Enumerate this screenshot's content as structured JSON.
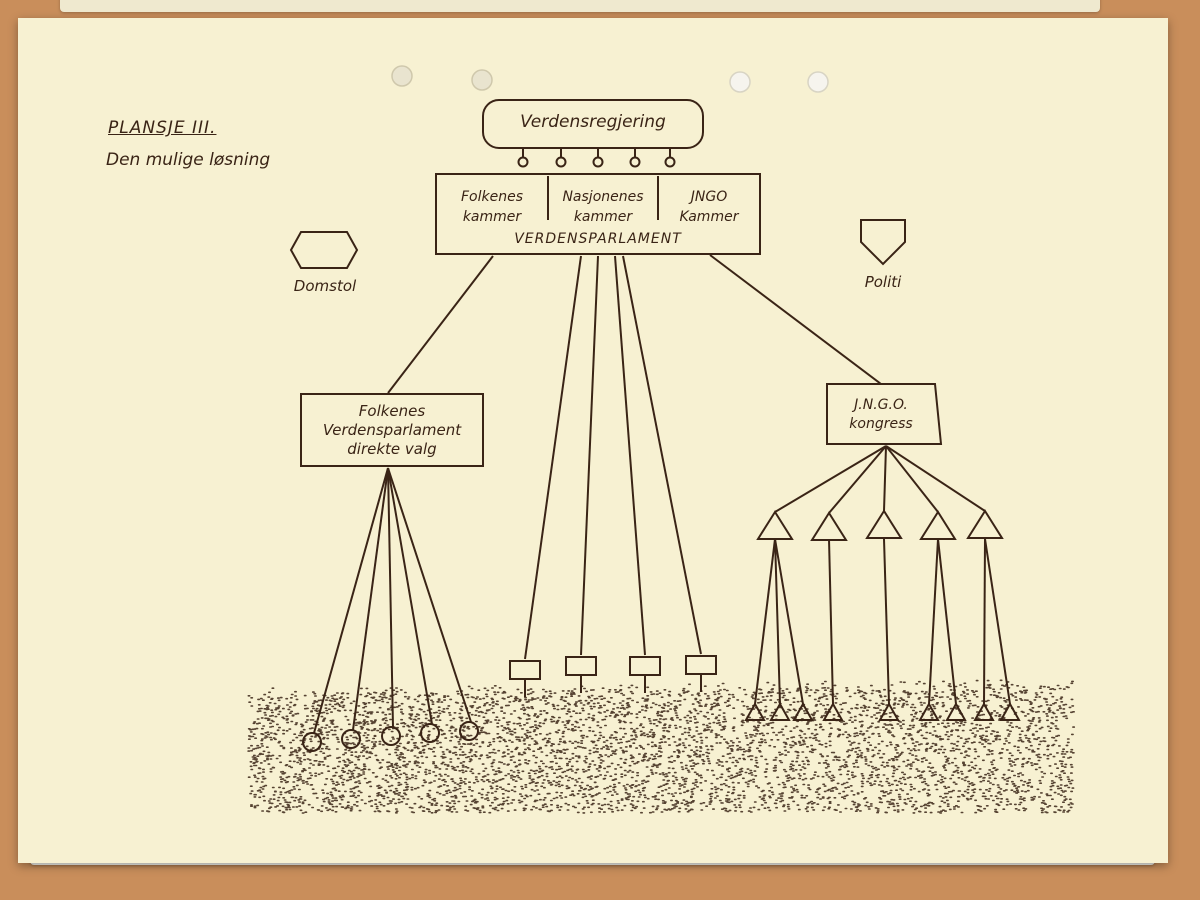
{
  "plate": {
    "title": "PLANSJE III.",
    "subtitle": "Den mulige løsning"
  },
  "diagram": {
    "world_government": "Verdensregjering",
    "parliament": {
      "chambers": [
        {
          "line1": "Folkenes",
          "line2": "kammer"
        },
        {
          "line1": "Nasjonenes",
          "line2": "kammer"
        },
        {
          "line1": "JNGO",
          "line2": "Kammer"
        }
      ],
      "name": "VERDENSPARLAMENT"
    },
    "court": "Domstol",
    "police": "Politi",
    "peoples_parliament": {
      "line1": "Folkenes",
      "line2": "Verdensparlament",
      "line3": "direkte valg"
    },
    "ingo_congress": {
      "line1": "J.N.G.O.",
      "line2": "kongress"
    }
  },
  "colors": {
    "ink": "#3a2416",
    "paper": "#f7f1d2",
    "table": "#c98e5b"
  }
}
